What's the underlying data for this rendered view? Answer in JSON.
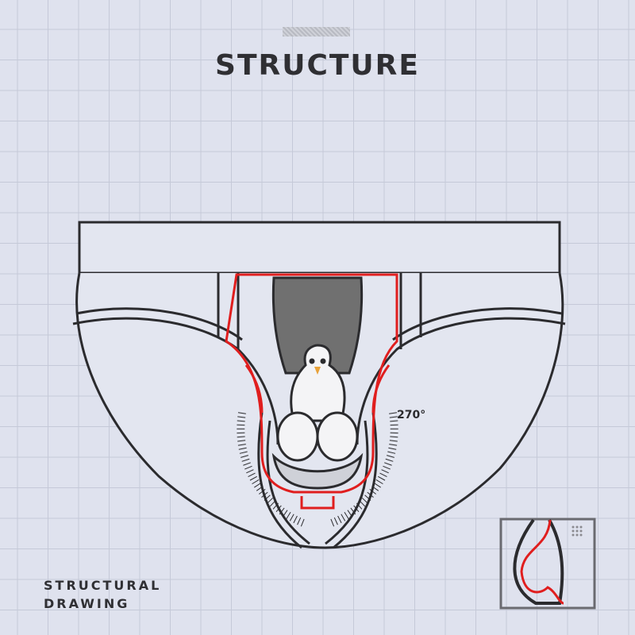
{
  "header": {
    "title": "STRUCTURE"
  },
  "drawing": {
    "angle_label": "270°"
  },
  "caption": {
    "line1": "STRUCTURAL",
    "line2": "DRAWING"
  },
  "colors": {
    "outline": "#2b2b2e",
    "accent": "#e01e1e",
    "background": "#dfe2ee"
  }
}
